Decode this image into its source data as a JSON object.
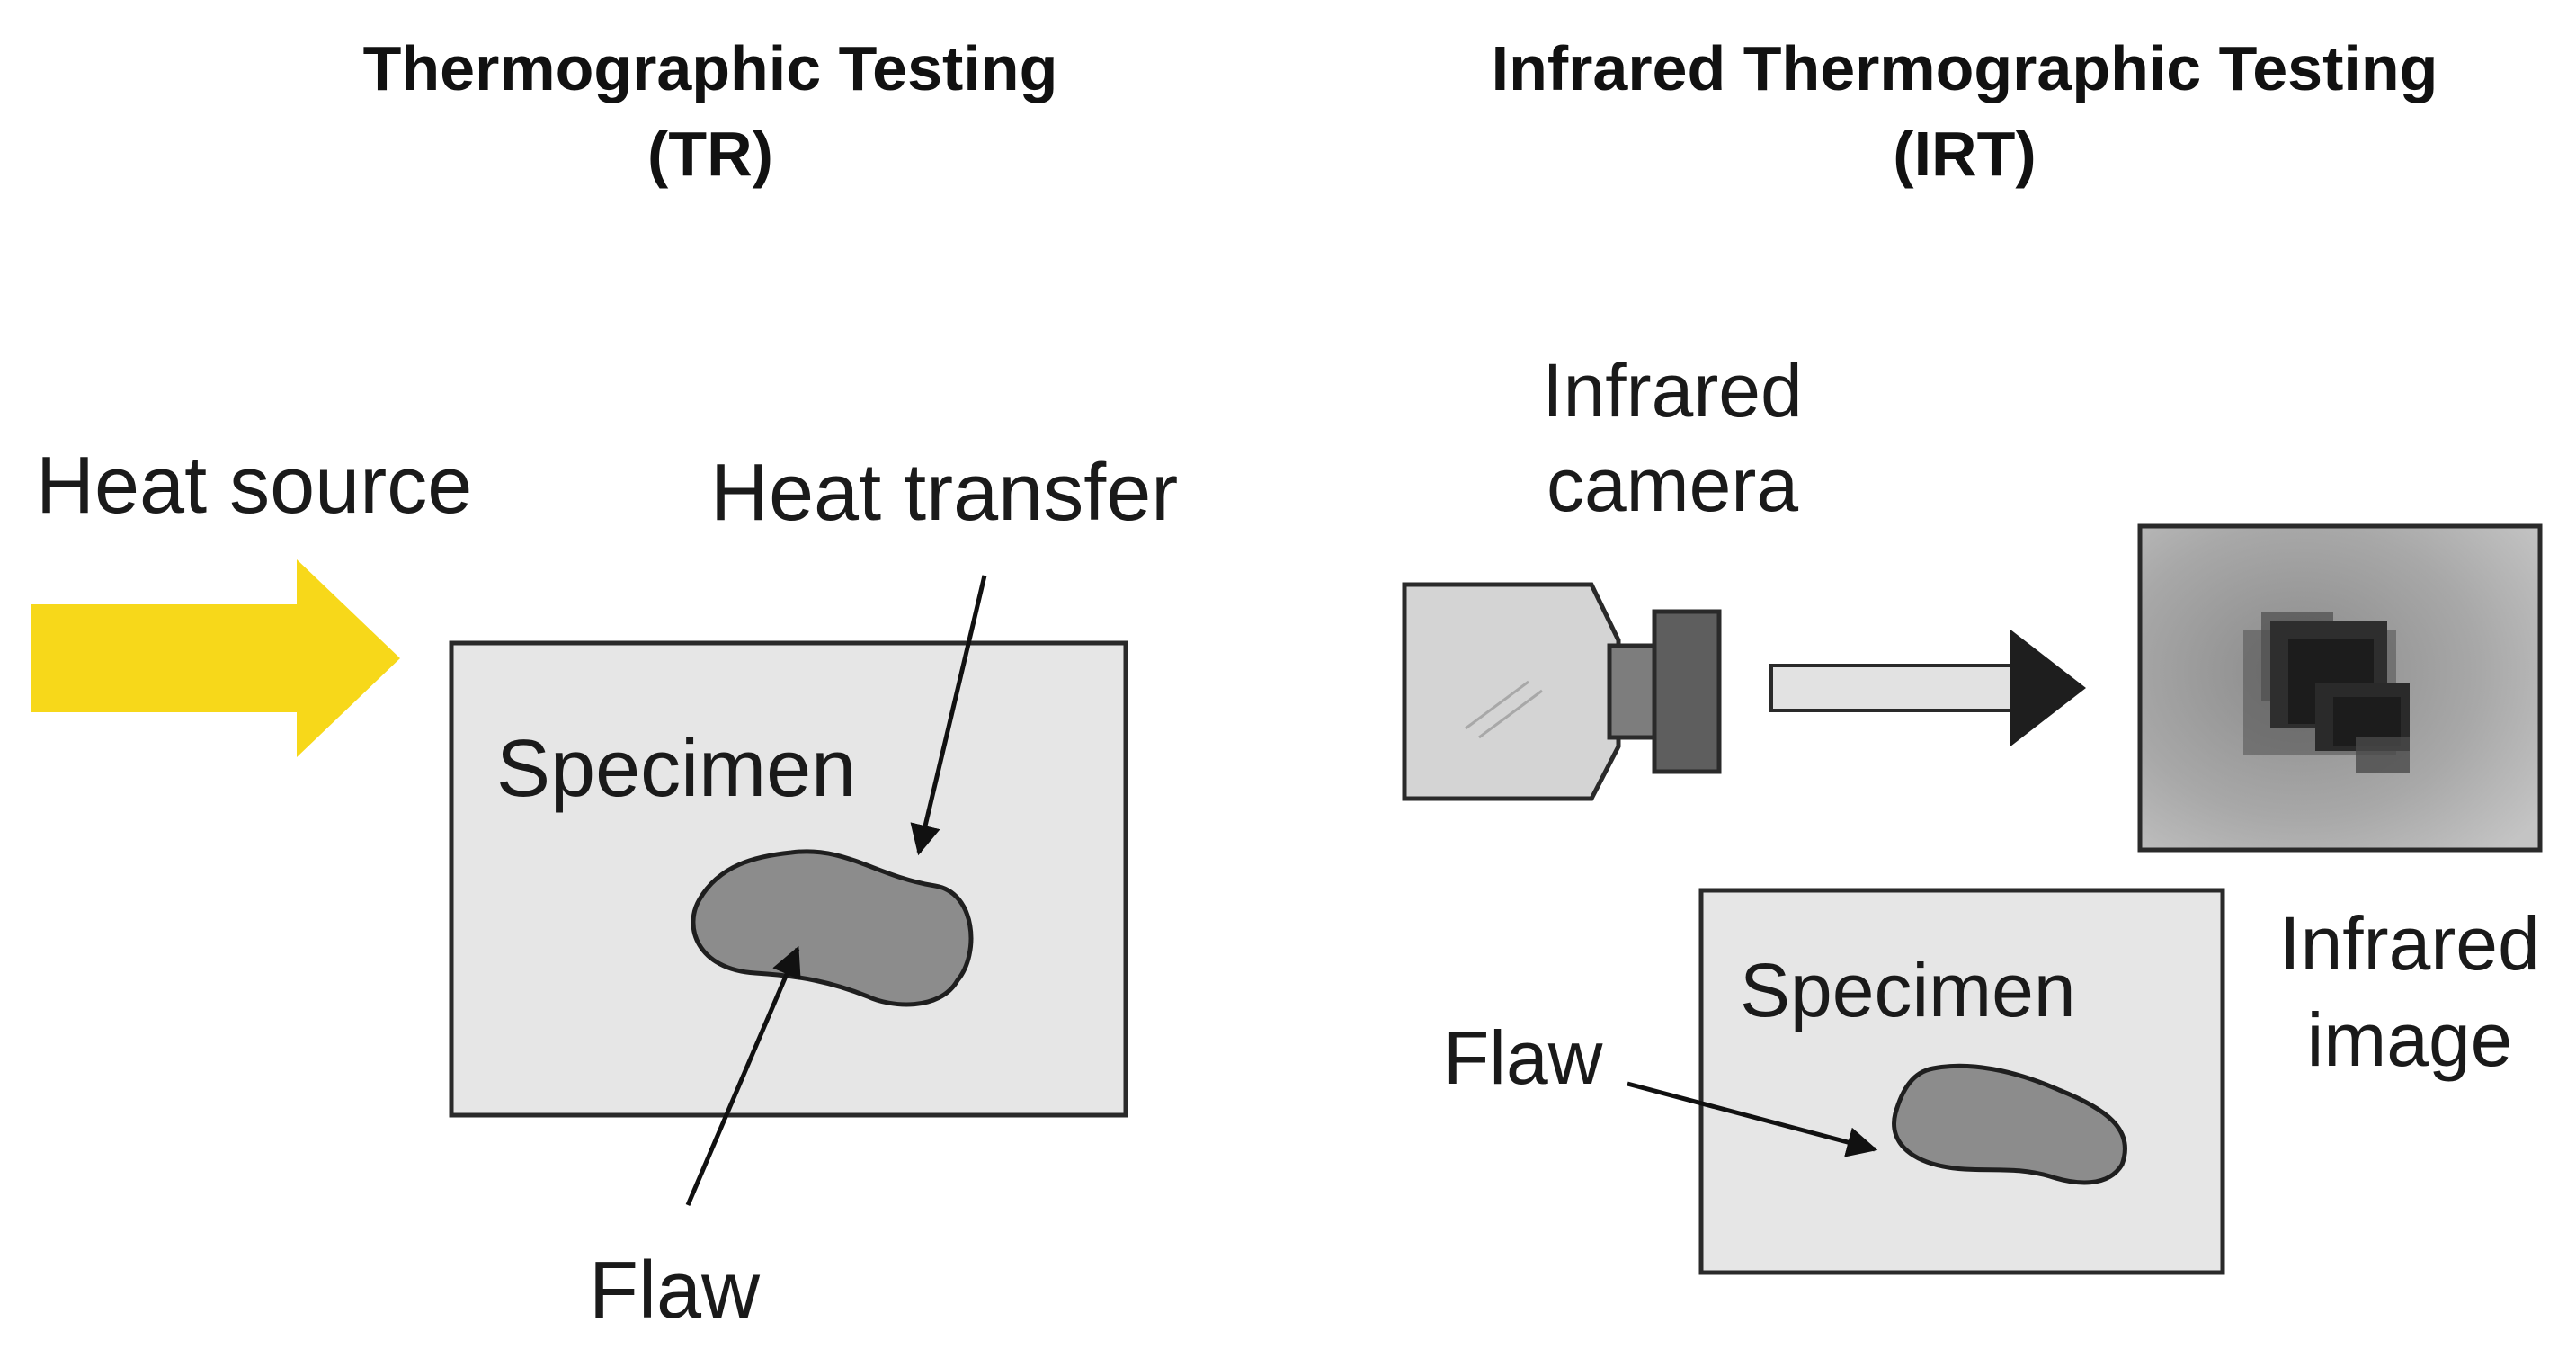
{
  "left_panel": {
    "title_line1": "Thermographic Testing",
    "title_line2": "(TR)",
    "heat_source_label": "Heat source",
    "heat_transfer_label": "Heat transfer",
    "specimen_label": "Specimen",
    "flaw_label": "Flaw"
  },
  "right_panel": {
    "title_line1": "Infrared Thermographic Testing",
    "title_line2": "(IRT)",
    "camera_label_line1": "Infrared",
    "camera_label_line2": "camera",
    "image_label_line1": "Infrared",
    "image_label_line2": "image",
    "specimen_label": "Specimen",
    "flaw_label": "Flaw"
  },
  "colors": {
    "heat_arrow": "#f7d81a",
    "specimen_fill": "#e6e6e6",
    "flaw_fill": "#8c8c8c",
    "camera_body": "#d4d4d4",
    "ir_background": "#9a9a9a",
    "ir_hotspot": "#1c1c1c"
  }
}
